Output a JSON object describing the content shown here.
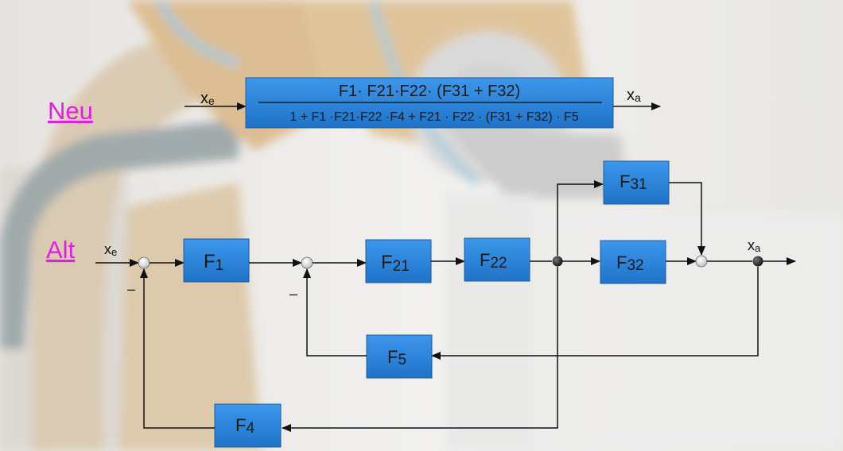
{
  "headings": {
    "new": "Neu",
    "old": "Alt"
  },
  "signals": {
    "input": "x",
    "input_sub": "e",
    "output": "x",
    "output_sub": "a"
  },
  "formula": {
    "numerator": "F1· F21·F22· (F31 + F32)",
    "denominator": "1 + F1 ·F21·F22 ·F4 + F21 · F22 · (F31 + F32) · F5"
  },
  "blocks": {
    "f1": {
      "main": "F",
      "sub": "1"
    },
    "f21": {
      "main": "F",
      "sub": "21"
    },
    "f22": {
      "main": "F",
      "sub": "22"
    },
    "f31": {
      "main": "F",
      "sub": "31"
    },
    "f32": {
      "main": "F",
      "sub": "32"
    },
    "f5": {
      "main": "F",
      "sub": "5"
    },
    "f4": {
      "main": "F",
      "sub": "4"
    }
  },
  "feedback_signs": {
    "first": "–",
    "second": "–"
  },
  "colors": {
    "block_fill": "#2f86dc",
    "block_border": "#1d5a9e",
    "heading": "#e020e0",
    "line": "#111111"
  }
}
